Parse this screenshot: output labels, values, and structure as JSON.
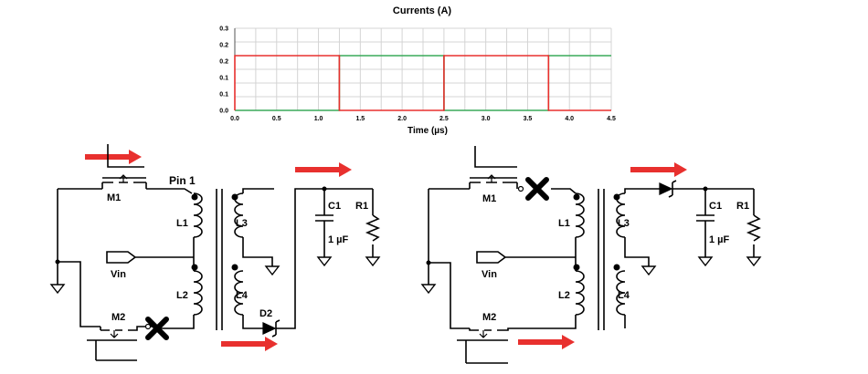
{
  "chart_data": {
    "type": "line",
    "title": "Currents (A)",
    "xlabel": "Time (µs)",
    "ylabel": "",
    "xlim": [
      0,
      4.5
    ],
    "ylim": [
      0,
      0.3
    ],
    "x_ticks": [
      "0.0",
      "0.5",
      "1.0",
      "1.5",
      "2.0",
      "2.5",
      "3.0",
      "3.5",
      "4.0",
      "4.5"
    ],
    "y_ticks": [
      "0.0",
      "0.1",
      "0.1",
      "0.2",
      "0.2",
      "0.3"
    ],
    "grid": true,
    "series": [
      {
        "color": "#e8302e",
        "x": [
          0,
          0,
          1.25,
          1.25,
          2.5,
          2.5,
          3.75,
          3.75,
          4.5
        ],
        "y": [
          0,
          0.2,
          0.2,
          0,
          0,
          0.2,
          0.2,
          0,
          0
        ]
      },
      {
        "color": "#3aaa5a",
        "x": [
          0,
          1.25,
          1.25,
          2.5,
          2.5,
          3.75,
          3.75,
          4.5
        ],
        "y": [
          0,
          0,
          0.2,
          0.2,
          0,
          0,
          0.2,
          0.2
        ]
      }
    ]
  },
  "left_circuit": {
    "m1": "M1",
    "m2": "M2",
    "pin1": "Pin 1",
    "l1": "L1",
    "l2": "L2",
    "l3": "L3",
    "l4": "L4",
    "vin": "Vin",
    "c1": "C1",
    "c1_value": "1 µF",
    "r1": "R1",
    "d2": "D2"
  },
  "right_circuit": {
    "m1": "M1",
    "m2": "M2",
    "l1": "L1",
    "l2": "L2",
    "l3": "L3",
    "l4": "L4",
    "vin": "Vin",
    "c1": "C1",
    "c1_value": "1 µF",
    "r1": "R1"
  },
  "colors": {
    "arrow": "#e8302e",
    "cross": "#000000",
    "wire": "#000000"
  }
}
